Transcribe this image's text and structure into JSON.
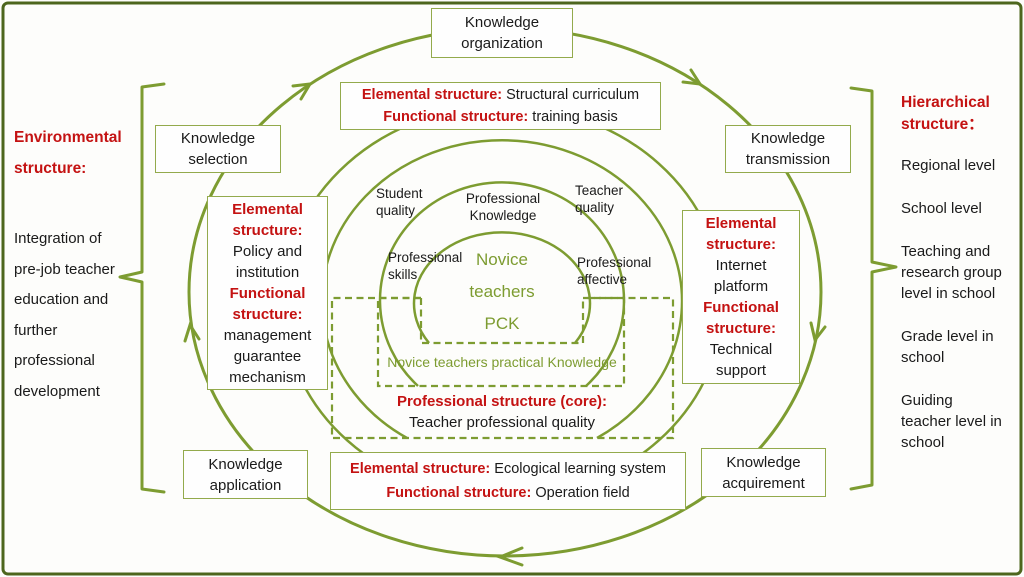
{
  "palette": {
    "olive_line": "#7d9c31",
    "box_border": "#93aa4c",
    "frame_border": "#4d661d",
    "red_text": "#c41212",
    "black_text": "#1a1a1a",
    "background": "#fdfdfb"
  },
  "cycle_boxes": {
    "organization": "Knowledge organization",
    "selection": "Knowledge selection",
    "transmission": "Knowledge transmission",
    "application": "Knowledge application",
    "acquirement": "Knowledge acquirement"
  },
  "top_box": {
    "el_label": "Elemental structure:",
    "el_value": " Structural curriculum",
    "fn_label": "Functional structure:",
    "fn_value": " training basis"
  },
  "bottom_box": {
    "el_label": "Elemental structure:",
    "el_value": " Ecological learning system",
    "fn_label": "Functional structure:",
    "fn_value": " Operation field"
  },
  "left_box": {
    "l1": "Elemental",
    "l2": "structure:",
    "l3": "Policy and",
    "l4": "institution",
    "l5": "Functional",
    "l6": "structure:",
    "l7": "management",
    "l8": "guarantee",
    "l9": "mechanism"
  },
  "right_box": {
    "l1": "Elemental",
    "l2": "structure:",
    "l3": "Internet",
    "l4": "platform",
    "l5": "Functional",
    "l6": "structure:",
    "l7": "Technical",
    "l8": "support"
  },
  "center": {
    "outer_ring_top_left": "Student quality",
    "outer_ring_top": "Professional Knowledge",
    "outer_ring_top_right": "Teacher quality",
    "inner_ring_left": "Professional skills",
    "inner_ring_right": "Professional affective",
    "pck_l1": "Novice",
    "pck_l2": "teachers",
    "pck_l3": "PCK",
    "practical": "Novice teachers practical Knowledge",
    "core_label": "Professional structure (core):",
    "core_value": "Teacher professional quality"
  },
  "environmental": {
    "title_l1": "Environmental",
    "title_l2": "structure:",
    "body": "Integration of pre-job teacher education and further professional development"
  },
  "hierarchical": {
    "title_l1": "Hierarchical",
    "title_l2": "structure：",
    "items": [
      "Regional level",
      "School level",
      "Teaching and research group level in school",
      "Grade level in school",
      "Guiding teacher level in school"
    ]
  }
}
